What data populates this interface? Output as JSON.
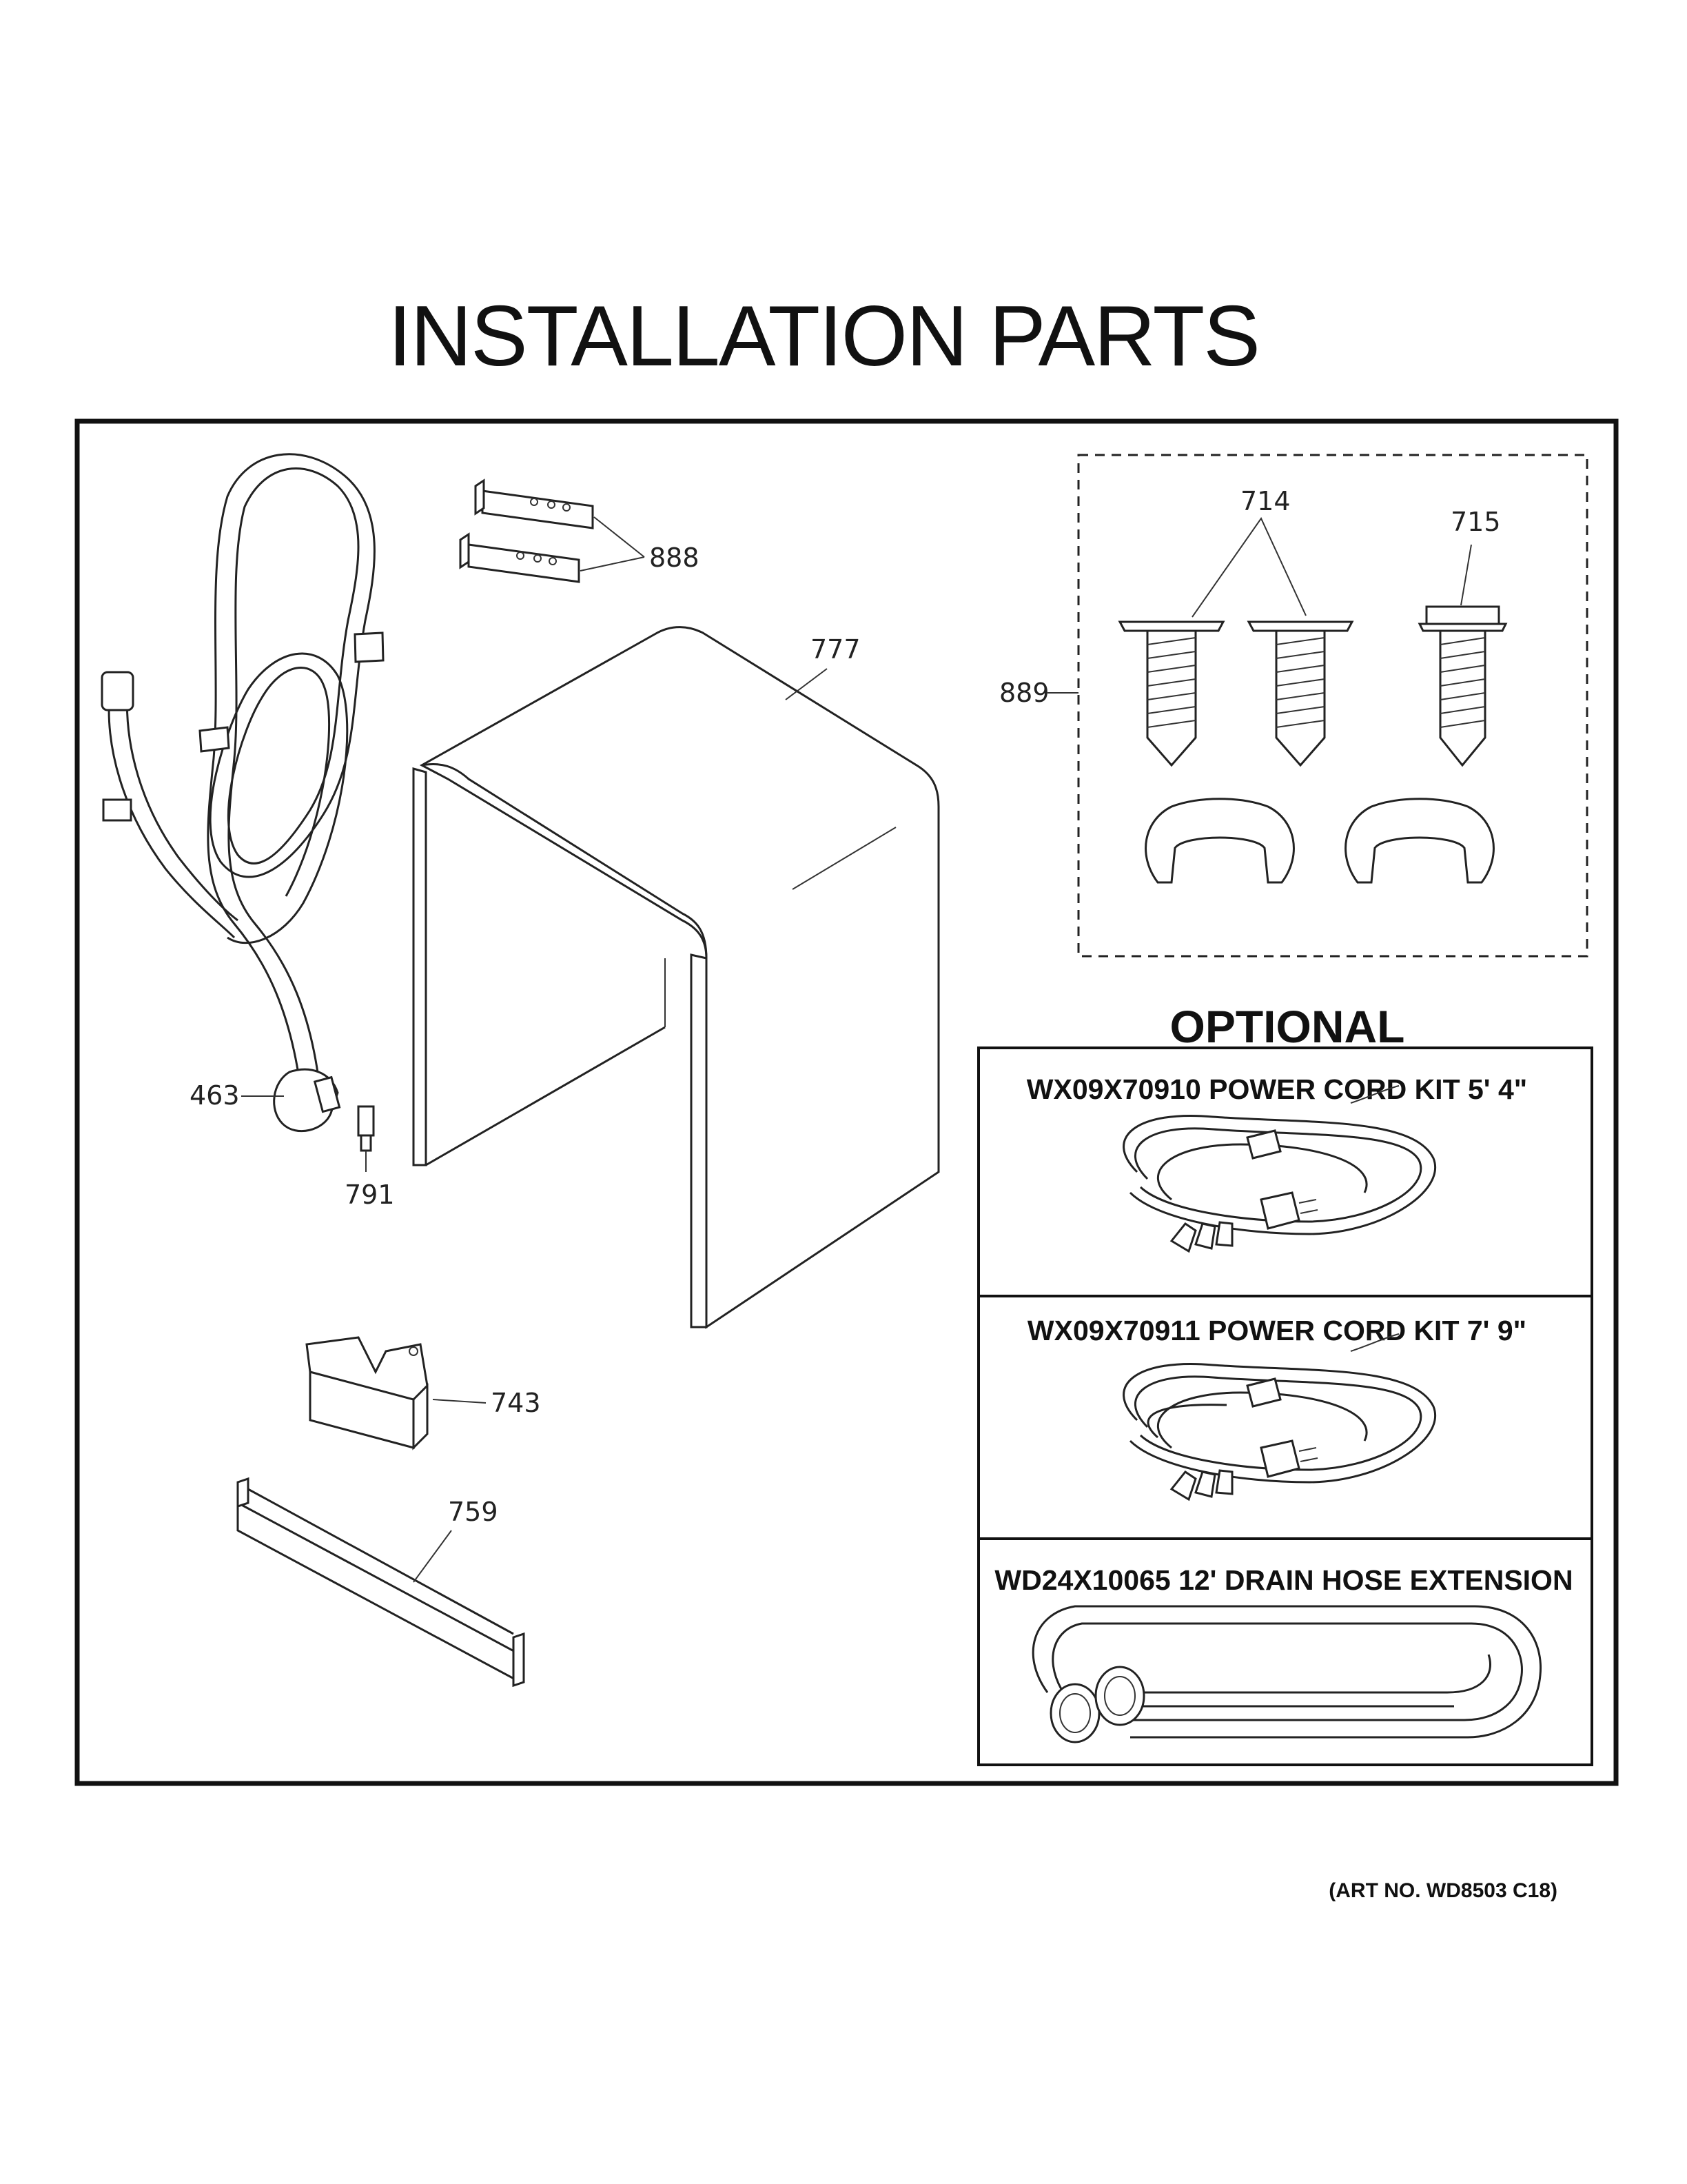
{
  "title": "INSTALLATION PARTS",
  "callouts": {
    "p463": "463",
    "p791": "791",
    "p888": "888",
    "p777": "777",
    "p743": "743",
    "p759": "759",
    "p714": "714",
    "p715": "715",
    "p889": "889"
  },
  "optional": {
    "heading": "OPTIONAL",
    "kits": [
      {
        "label": "WX09X70910 POWER CORD KIT 5' 4\""
      },
      {
        "label": "WX09X70911 POWER CORD KIT 7' 9\""
      },
      {
        "label": "WD24X10065 12' DRAIN HOSE EXTENSION"
      }
    ]
  },
  "art_number": "(ART NO. WD8503 C18)",
  "icons": [
    "hose",
    "bracket",
    "cabinet-shroud",
    "screw",
    "grommet",
    "junction-box",
    "toe-strip",
    "power-cord",
    "drain-hose-extension"
  ]
}
